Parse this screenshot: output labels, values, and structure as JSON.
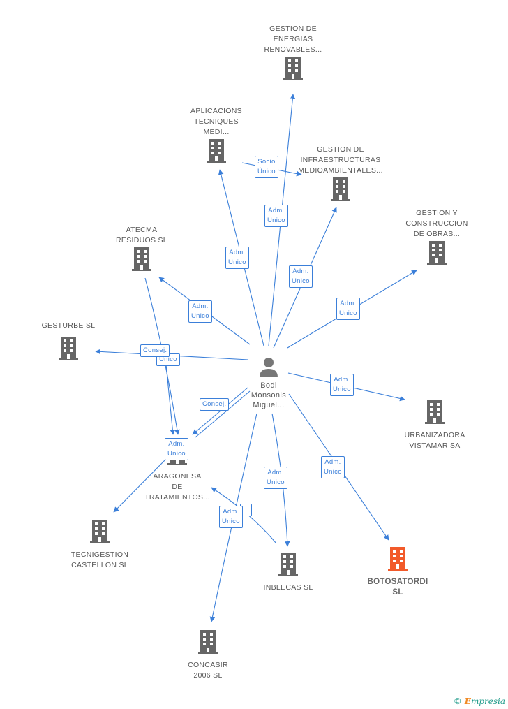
{
  "colors": {
    "edge": "#3b7fd9",
    "building": "#666666",
    "highlight": "#f25a2a"
  },
  "center": {
    "name": "Bodi\nMonsonis\nMiguel...",
    "icon": "person-icon"
  },
  "companies": [
    {
      "id": "gestion-energias",
      "label": "GESTION DE\nENERGIAS\nRENOVABLES...",
      "highlight": false
    },
    {
      "id": "aplicacions",
      "label": "APLICACIONS\nTECNIQUES\nMEDI...",
      "highlight": false
    },
    {
      "id": "gestion-infra",
      "label": "GESTION DE\nINFRAESTRUCTURAS\nMEDIOAMBIENTALES...",
      "highlight": false
    },
    {
      "id": "atecma",
      "label": "ATECMA\nRESIDUOS SL",
      "highlight": false
    },
    {
      "id": "gestion-obras",
      "label": "GESTION Y\nCONSTRUCCION\nDE OBRAS...",
      "highlight": false
    },
    {
      "id": "gesturbe",
      "label": "GESTURBE SL",
      "highlight": false
    },
    {
      "id": "urbanizadora",
      "label": "URBANIZADORA\nVISTAMAR SA",
      "highlight": false
    },
    {
      "id": "aragonesa",
      "label": "ARAGONESA\nDE\nTRATAMIENTOS...",
      "highlight": false
    },
    {
      "id": "tecnigestion",
      "label": "TECNIGESTION\nCASTELLON SL",
      "highlight": false
    },
    {
      "id": "inblecas",
      "label": "INBLECAS SL",
      "highlight": false
    },
    {
      "id": "botosatordi",
      "label": "BOTOSATORDI\nSL",
      "highlight": true
    },
    {
      "id": "concasir",
      "label": "CONCASIR\n2006 SL",
      "highlight": false
    }
  ],
  "edge_labels": [
    {
      "id": "socio-unico",
      "text": "Socio\nÚnico"
    },
    {
      "id": "adm-energias",
      "text": "Adm.\nUnico"
    },
    {
      "id": "adm-aplicacions",
      "text": "Adm.\nUnico"
    },
    {
      "id": "adm-infra",
      "text": "Adm.\nUnico"
    },
    {
      "id": "adm-atecma",
      "text": "Adm.\nUnico"
    },
    {
      "id": "adm-obras",
      "text": "Adm.\nUnico"
    },
    {
      "id": "consej-gesturbe",
      "text": "Consej."
    },
    {
      "id": "unico-partial",
      "text": "Unico"
    },
    {
      "id": "adm-urbanizadora",
      "text": "Adm.\nUnico"
    },
    {
      "id": "consej-aragonesa",
      "text": "Consej."
    },
    {
      "id": "adm-aragonesa",
      "text": "Adm.\nUnico"
    },
    {
      "id": "adm-inblecas",
      "text": "Adm.\nUnico"
    },
    {
      "id": "adm-botosatordi",
      "text": "Adm.\nUnico"
    },
    {
      "id": "partial-concasir",
      "text": "..."
    },
    {
      "id": "adm-concasir",
      "text": "Adm.\nUnico"
    }
  ],
  "brand": {
    "copyright": "©",
    "first_letter": "E",
    "rest": "mpresia"
  }
}
